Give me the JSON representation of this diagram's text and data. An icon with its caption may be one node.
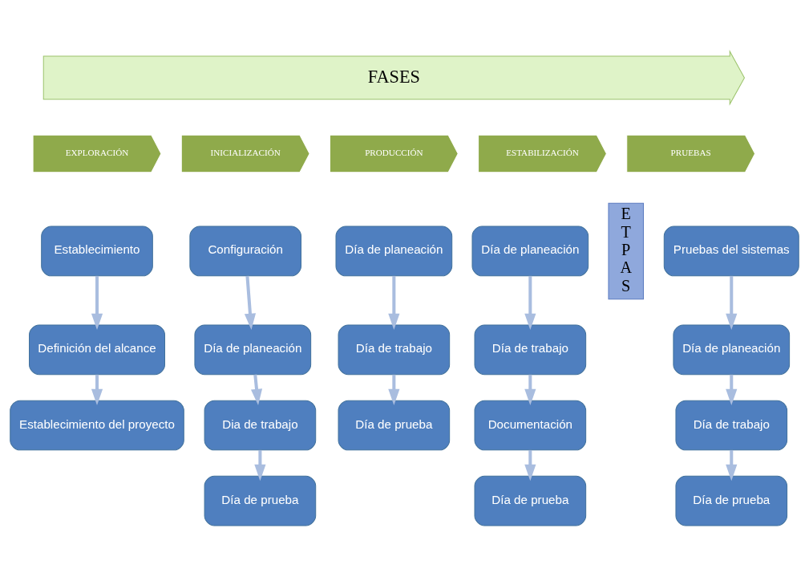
{
  "diagram": {
    "nodes": [
      {
        "text": [
          "FASES"
        ]
      },
      {
        "text": [
          "EXPLORACIÓN"
        ]
      },
      {
        "text": [
          "INICIALIZACIÓN"
        ]
      },
      {
        "text": [
          "PRODUCCIÓN"
        ]
      },
      {
        "text": [
          "ESTABILIZACIÓN"
        ]
      },
      {
        "text": [
          "PRUEBAS"
        ]
      },
      {
        "text": [
          "E T P A S"
        ]
      },
      {
        "text": [
          "Establecimiento"
        ]
      },
      {
        "text": [
          "Definición del alcance"
        ]
      },
      {
        "text": [
          "Establecimiento del proyecto"
        ]
      },
      {
        "text": [
          "Configuración"
        ]
      },
      {
        "text": [
          "Día de planeación"
        ]
      },
      {
        "text": [
          "Dia de trabajo"
        ]
      },
      {
        "text": [
          "Día de prueba"
        ]
      },
      {
        "text": [
          "Día de planeación"
        ]
      },
      {
        "text": [
          "Día de trabajo"
        ]
      },
      {
        "text": [
          "Día de prueba"
        ]
      },
      {
        "text": [
          "Día de planeación"
        ]
      },
      {
        "text": [
          "Día de trabajo"
        ]
      },
      {
        "text": [
          "Documentación"
        ]
      },
      {
        "text": [
          "Día de prueba"
        ]
      },
      {
        "text": [
          "Pruebas del sistemas"
        ]
      },
      {
        "text": [
          "Día de planeación"
        ]
      },
      {
        "text": [
          "Día de trabajo"
        ]
      },
      {
        "text": [
          "Día de prueba"
        ]
      }
    ],
    "edges": [
      {
        "from": 7,
        "to": 8,
        "arrow": "to"
      },
      {
        "from": 8,
        "to": 9,
        "arrow": "to"
      },
      {
        "from": 10,
        "to": 11,
        "arrow": "to"
      },
      {
        "from": 11,
        "to": 12,
        "arrow": "to"
      },
      {
        "from": 12,
        "to": 13,
        "arrow": "to"
      },
      {
        "from": 14,
        "to": 15,
        "arrow": "to"
      },
      {
        "from": 15,
        "to": 16,
        "arrow": "to"
      },
      {
        "from": 17,
        "to": 18,
        "arrow": "to"
      },
      {
        "from": 18,
        "to": 19,
        "arrow": "to"
      },
      {
        "from": 19,
        "to": 20,
        "arrow": "to"
      },
      {
        "from": 21,
        "to": 22,
        "arrow": "to"
      },
      {
        "from": 22,
        "to": 23,
        "arrow": "to"
      },
      {
        "from": 23,
        "to": 24,
        "arrow": "to"
      }
    ]
  }
}
